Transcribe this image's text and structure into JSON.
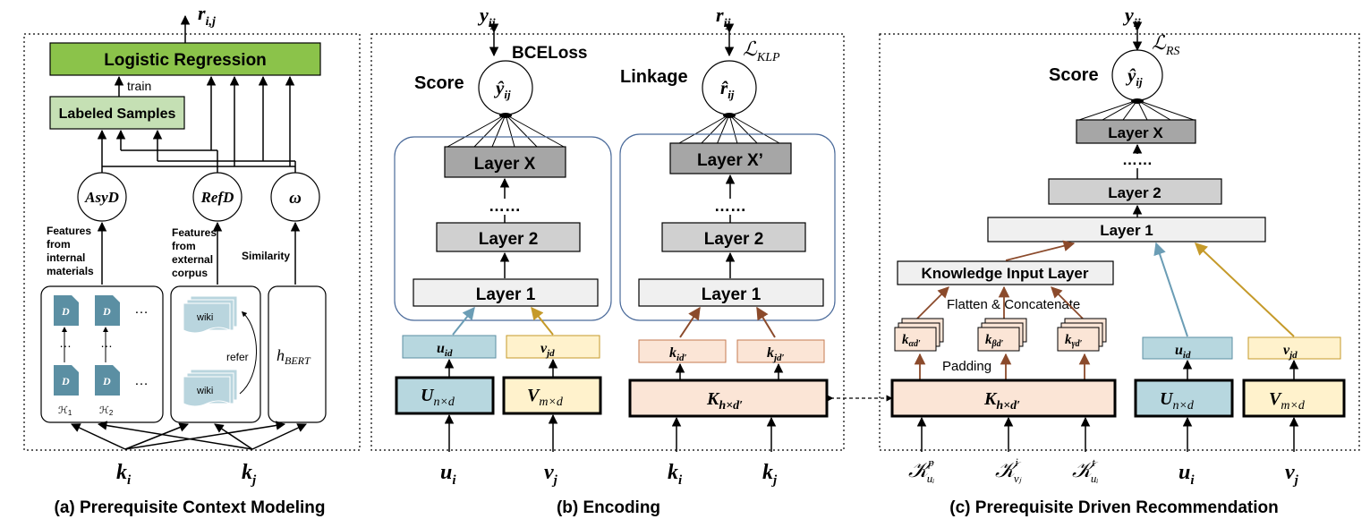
{
  "panel_a": {
    "caption": "(a) Prerequisite Context Modeling",
    "output_label": "r",
    "output_sub": "i,j",
    "logistic_regression": "Logistic Regression",
    "labeled_samples": "Labeled Samples",
    "train": "train",
    "asyd": "AsyD",
    "refd": "RefD",
    "omega": "ω",
    "features_internal": [
      "Features",
      "from",
      "internal",
      "materials"
    ],
    "features_external": [
      "Features",
      "from",
      "external",
      "corpus"
    ],
    "similarity": "Similarity",
    "doc_letter": "D",
    "ellipsis": "…",
    "h1": "ℋ",
    "h1_sub": "1",
    "h2": "ℋ",
    "h2_sub": "2",
    "wiki": "wiki",
    "refer": "refer",
    "hbert": "h",
    "hbert_sub": "BERT",
    "ki": "k",
    "ki_sub": "i",
    "kj": "k",
    "kj_sub": "j"
  },
  "panel_b": {
    "caption": "(b) Encoding",
    "y_label": "y",
    "y_sub": "ij",
    "r_label": "r",
    "r_sub": "ij",
    "bceloss": "BCELoss",
    "klp": "ℒ",
    "klp_sub": "KLP",
    "score": "Score",
    "linkage": "Linkage",
    "yhat": "ŷ",
    "yhat_sub": "ij",
    "rhat": "r̂",
    "rhat_sub": "ij",
    "layer_x": "Layer X",
    "layer_x_prime": "Layer X’",
    "layer_2": "Layer 2",
    "layer_1": "Layer 1",
    "dots": "……",
    "u_id": "u",
    "u_id_sub": "id",
    "v_jd": "v",
    "v_jd_sub": "jd",
    "k_id": "k",
    "k_id_sub": "id′",
    "k_jd": "k",
    "k_jd_sub": "jd′",
    "U": "U",
    "U_sub": "n×d",
    "V": "V",
    "V_sub": "m×d",
    "K": "K",
    "K_sub": "h×d′",
    "ui": "u",
    "ui_sub": "i",
    "vj": "v",
    "vj_sub": "j",
    "ki": "k",
    "ki_sub": "i",
    "kj": "k",
    "kj_sub": "j"
  },
  "panel_c": {
    "caption": "(c) Prerequisite Driven Recommendation",
    "y_label": "y",
    "y_sub": "ij",
    "loss": "ℒ",
    "loss_sub": "RS",
    "score": "Score",
    "yhat": "ŷ",
    "yhat_sub": "ij",
    "layer_x": "Layer X",
    "dots": "……",
    "layer_2": "Layer 2",
    "layer_1": "Layer 1",
    "knowledge_input": "Knowledge Input Layer",
    "flatten": "Flatten & Concatenate",
    "padding": "Padding",
    "k_alpha": "k",
    "k_alpha_sub": "αd′",
    "k_beta": "k",
    "k_beta_sub": "βd′",
    "k_gamma": "k",
    "k_gamma_sub": "γd′",
    "u_id": "u",
    "u_id_sub": "id",
    "v_jd": "v",
    "v_jd_sub": "jd",
    "K": "K",
    "K_sub": "h×d′",
    "U": "U",
    "U_sub": "n×d",
    "V": "V",
    "V_sub": "m×d",
    "Kp": "𝒦",
    "Kp_sup": "p",
    "Kp_sub": "uᵢ",
    "Ki": "𝒦",
    "Ki_sup": "i",
    "Ki_sub": "vⱼ",
    "Kt": "𝒦",
    "Kt_sup": "t",
    "Kt_sub": "uᵢ",
    "ui": "u",
    "ui_sub": "i",
    "vj": "v",
    "vj_sub": "j"
  },
  "colors": {
    "green_dark": "#8BC34A",
    "green_light": "#C5E0B4",
    "gray_dark": "#A6A6A6",
    "gray_mid": "#D0D0D0",
    "gray_light": "#F0F0F0",
    "blue": "#B7D7DF",
    "yellow": "#FFF2CC",
    "peach": "#FBE5D6",
    "doc_blue": "#5B8FA3",
    "wiki_blue": "#B9D5DE",
    "arrow_blue": "#6B9DB5",
    "arrow_gold": "#C59A2A",
    "arrow_brown": "#8B4A2B"
  }
}
